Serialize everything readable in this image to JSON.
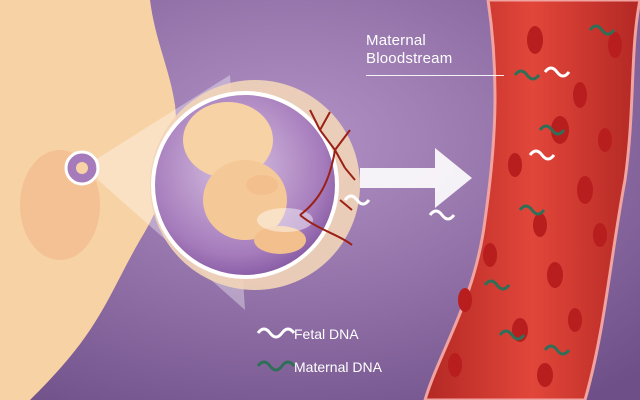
{
  "callout": {
    "line1": "Maternal",
    "line2": "Bloodstream"
  },
  "legend": {
    "fetal": {
      "label": "Fetal DNA",
      "color": "#ffffff"
    },
    "maternal": {
      "label": "Maternal DNA",
      "color": "#2f6f58"
    }
  },
  "colors": {
    "background": "#8a6a9c",
    "skin": "#f7d2a4",
    "vessel": "#d8382c",
    "blood_cell": "#b81e1e",
    "womb": "#b78cc6"
  }
}
